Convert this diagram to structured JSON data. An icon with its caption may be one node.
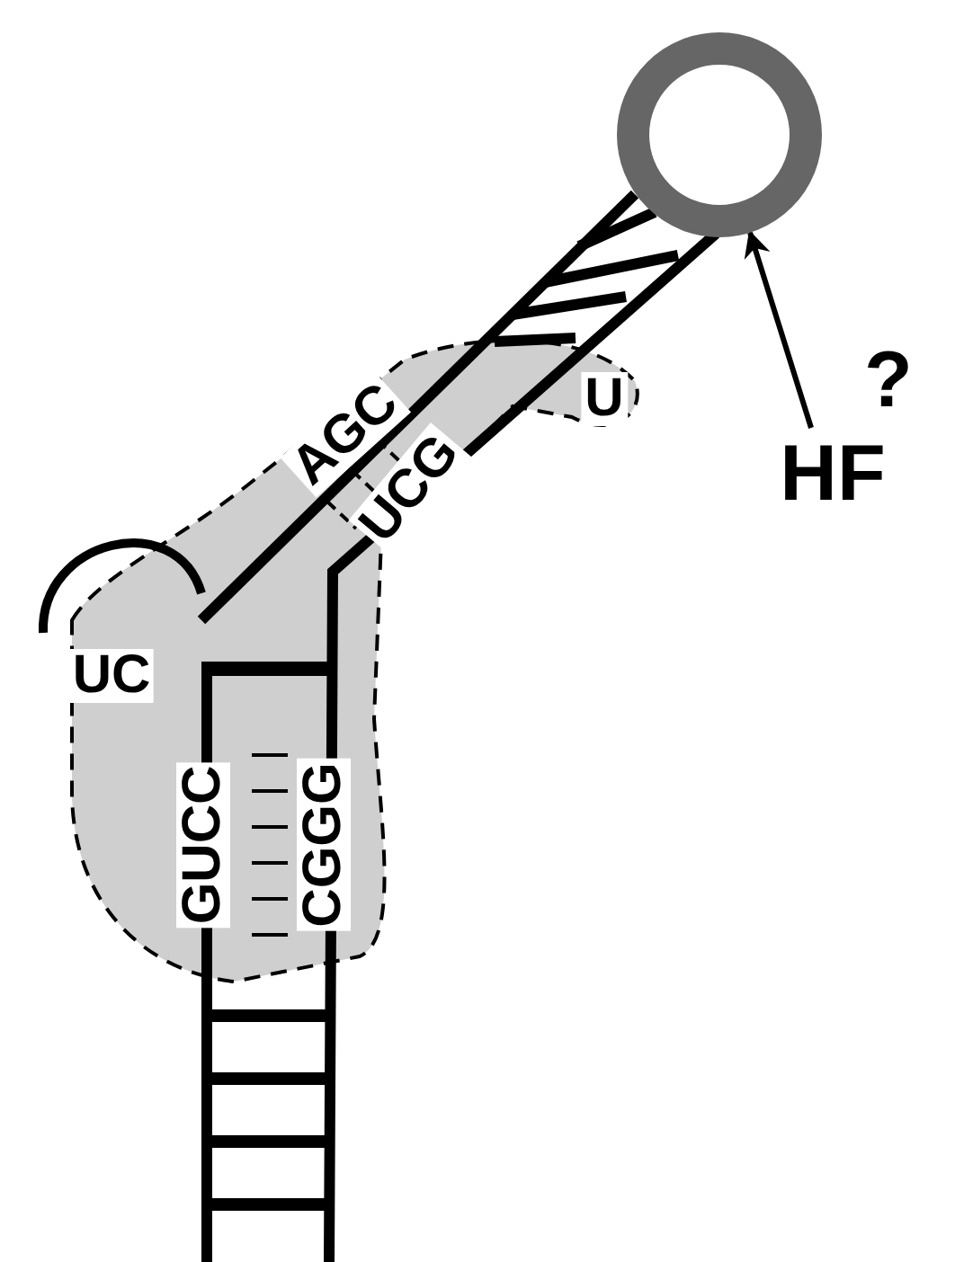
{
  "diagram": {
    "nodes": [
      {
        "text": [],
        "shape": "circle"
      },
      {
        "text": [
          "HF"
        ]
      }
    ],
    "edges": [
      {
        "from": 1,
        "to": 0,
        "arrow": "to"
      }
    ],
    "labels": [
      "?",
      "U",
      "AGC",
      "UCG",
      "UC",
      "GUCC",
      "CGGG"
    ]
  }
}
